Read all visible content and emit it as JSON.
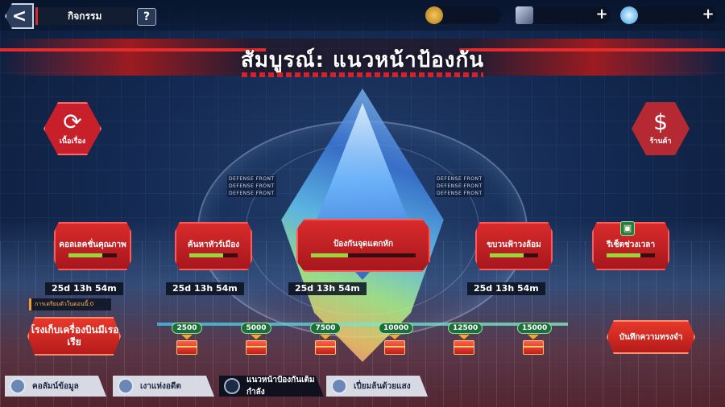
{
  "header": {
    "title": "กิจกรรม",
    "help_label": "?",
    "back_icon": "arrow-left-icon"
  },
  "currencies": [
    {
      "icon": "gold-coin-icon",
      "color": "#e0a83a",
      "has_plus": false
    },
    {
      "icon": "cube-icon",
      "color": "#7b8db3",
      "has_plus": true
    },
    {
      "icon": "diamond-icon",
      "color": "#6fc6ff",
      "has_plus": true
    }
  ],
  "page_title": "สัมบูรณ์: แนวหน้าป้องกัน",
  "side_buttons": {
    "story": {
      "label": "เนื้อเรื่อง",
      "icon": "recycle-triangle-icon"
    },
    "shop": {
      "label": "ร้านค้า",
      "icon": "shop-s-icon"
    }
  },
  "defense_tags": [
    "DEFENSE FRONT",
    "DEFENSE FRONT",
    "DEFENSE FRONT"
  ],
  "modes": [
    {
      "label": "คอลเลคชั่นคุณภาพ",
      "timer": "25d 13h 54m",
      "progress": 0.7
    },
    {
      "label": "ค้นหาทัวร์เมือง",
      "timer": "25d 13h 54m",
      "progress": 0.7
    },
    {
      "label": "ป้องกันจุดแตกหัก",
      "timer": "25d 13h 54m",
      "progress": 0.35
    },
    {
      "label": "ขบวนฟ้าวงล้อม",
      "timer": "25d 13h 54m",
      "progress": 0.7
    },
    {
      "label": "รีเซ็ตช่วงเวลา",
      "timer": null,
      "progress": 0.7,
      "locked": true
    }
  ],
  "prep_status": "การเตรียมตัวในตอนนี้:0",
  "factory_button": "โรงเก็บเครื่องบินมีเรอเรีย",
  "memory_button": "บันทึกความทรงจำ",
  "milestones": [
    "2500",
    "5000",
    "7500",
    "10000",
    "12500",
    "15000"
  ],
  "bottom_tabs": [
    {
      "label": "คอลัมน์ข้อมูล",
      "active": false
    },
    {
      "label": "เงาแห่งอดีต",
      "active": false
    },
    {
      "label": "แนวหน้าป้องกันเต็มกำลัง",
      "active": true
    },
    {
      "label": "เปี่ยมล้นด้วยแสง",
      "active": false
    }
  ]
}
